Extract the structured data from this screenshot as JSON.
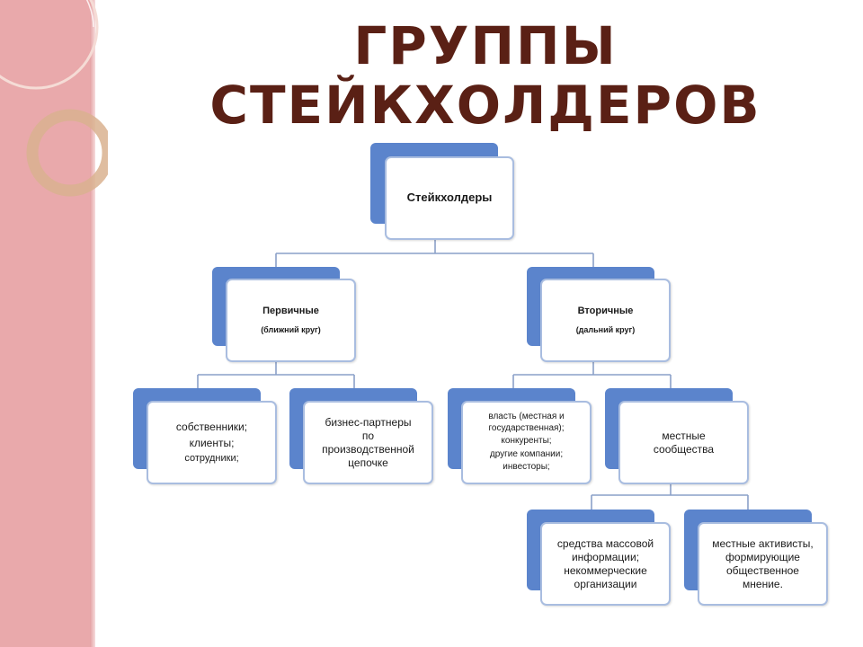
{
  "title": {
    "line1": "ГРУППЫ",
    "line2": "СТЕЙКХОЛДЕРОВ"
  },
  "colors": {
    "side_band": "#e9a9ab",
    "title": "#5a2015",
    "node_back": "#5b84cc",
    "node_border": "#a9bde0",
    "connector": "#8aa0c8"
  },
  "nodes": {
    "root": {
      "text": "Стейкхолдеры"
    },
    "primary": {
      "text": "Первичные",
      "subtext": "(ближний круг)"
    },
    "secondary": {
      "text": "Вторичные",
      "subtext": "(дальний круг)"
    },
    "owners": {
      "lines": [
        "собственники;",
        "клиенты;",
        "сотрудники;"
      ]
    },
    "partners": {
      "lines": [
        "бизнес-партнеры",
        "по",
        "производственной",
        "цепочке"
      ]
    },
    "authorities": {
      "lines": [
        "власть (местная и",
        "государственная);",
        "конкуренты;",
        "другие компании;",
        "инвесторы;"
      ]
    },
    "communities": {
      "lines": [
        "местные",
        "сообщества"
      ]
    },
    "media": {
      "lines": [
        "средства массовой",
        "информации;",
        "некоммерческие",
        "организации"
      ]
    },
    "activists": {
      "lines": [
        "местные активисты,",
        "формирующие",
        "общественное",
        "мнение."
      ]
    }
  }
}
